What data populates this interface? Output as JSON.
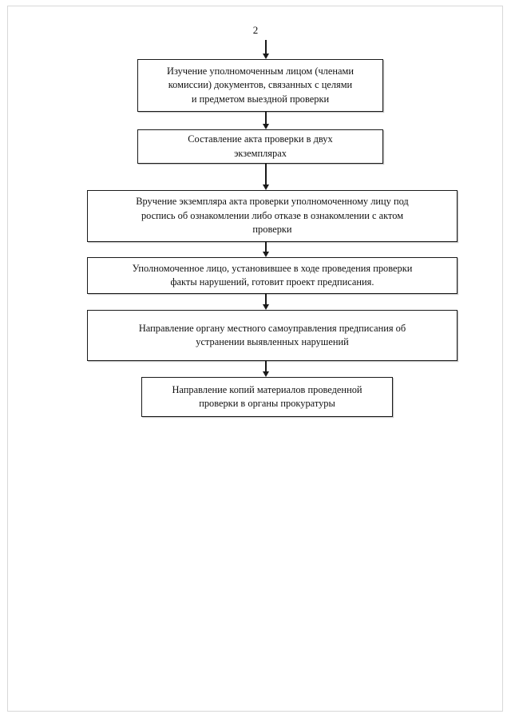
{
  "document": {
    "page_number": "2",
    "language": "ru",
    "type": "flowchart"
  },
  "flowchart": {
    "ink_color": "#1a1a1a",
    "box_fill": "#ffffff",
    "boxes": [
      {
        "id": "box-study-documents",
        "text": "Изучение уполномоченным лицом (членами\nкомиссии) документов, связанных с целями\nи предметом выездной проверки"
      },
      {
        "id": "box-draft-act",
        "text": "Составление акта проверки в двух\nэкземплярах"
      },
      {
        "id": "box-deliver-act",
        "text": "Вручение экземпляра акта проверки уполномоченному лицу под\nроспись об ознакомлении либо отказе в ознакомлении с актом\nпроверки"
      },
      {
        "id": "box-prepare-order",
        "text": "Уполномоченное лицо, установившее в ходе проведения проверки\nфакты нарушений, готовит проект предписания."
      },
      {
        "id": "box-send-order",
        "text": "Направление органу местного самоуправления предписания об\nустранении выявленных нарушений"
      },
      {
        "id": "box-send-to-prosecutor",
        "text": "Направление копий материалов проведенной\nпроверки в органы прокуратуры"
      }
    ],
    "connectors": [
      {
        "id": "arrow-into-box-1"
      },
      {
        "id": "arrow-box-1-to-box-2"
      },
      {
        "id": "arrow-box-2-to-box-3"
      },
      {
        "id": "arrow-box-3-to-box-4"
      },
      {
        "id": "arrow-box-4-to-box-5"
      },
      {
        "id": "arrow-box-5-to-box-6"
      }
    ]
  }
}
